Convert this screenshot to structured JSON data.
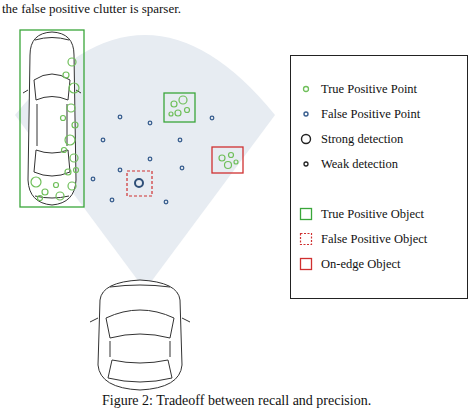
{
  "diagram": {
    "caption": "Figure 2: Tradeoff between recall and precision.",
    "labels": [
      "the false positive clutter is sparser."
    ],
    "legend": [
      {
        "text": "True Positive Point"
      },
      {
        "text": "False Positive Point"
      },
      {
        "text": "Strong detection"
      },
      {
        "text": "Weak detection"
      },
      {
        "text": "True Positive Object"
      },
      {
        "text": "False Positive Object"
      },
      {
        "text": "On-edge Object"
      }
    ]
  }
}
